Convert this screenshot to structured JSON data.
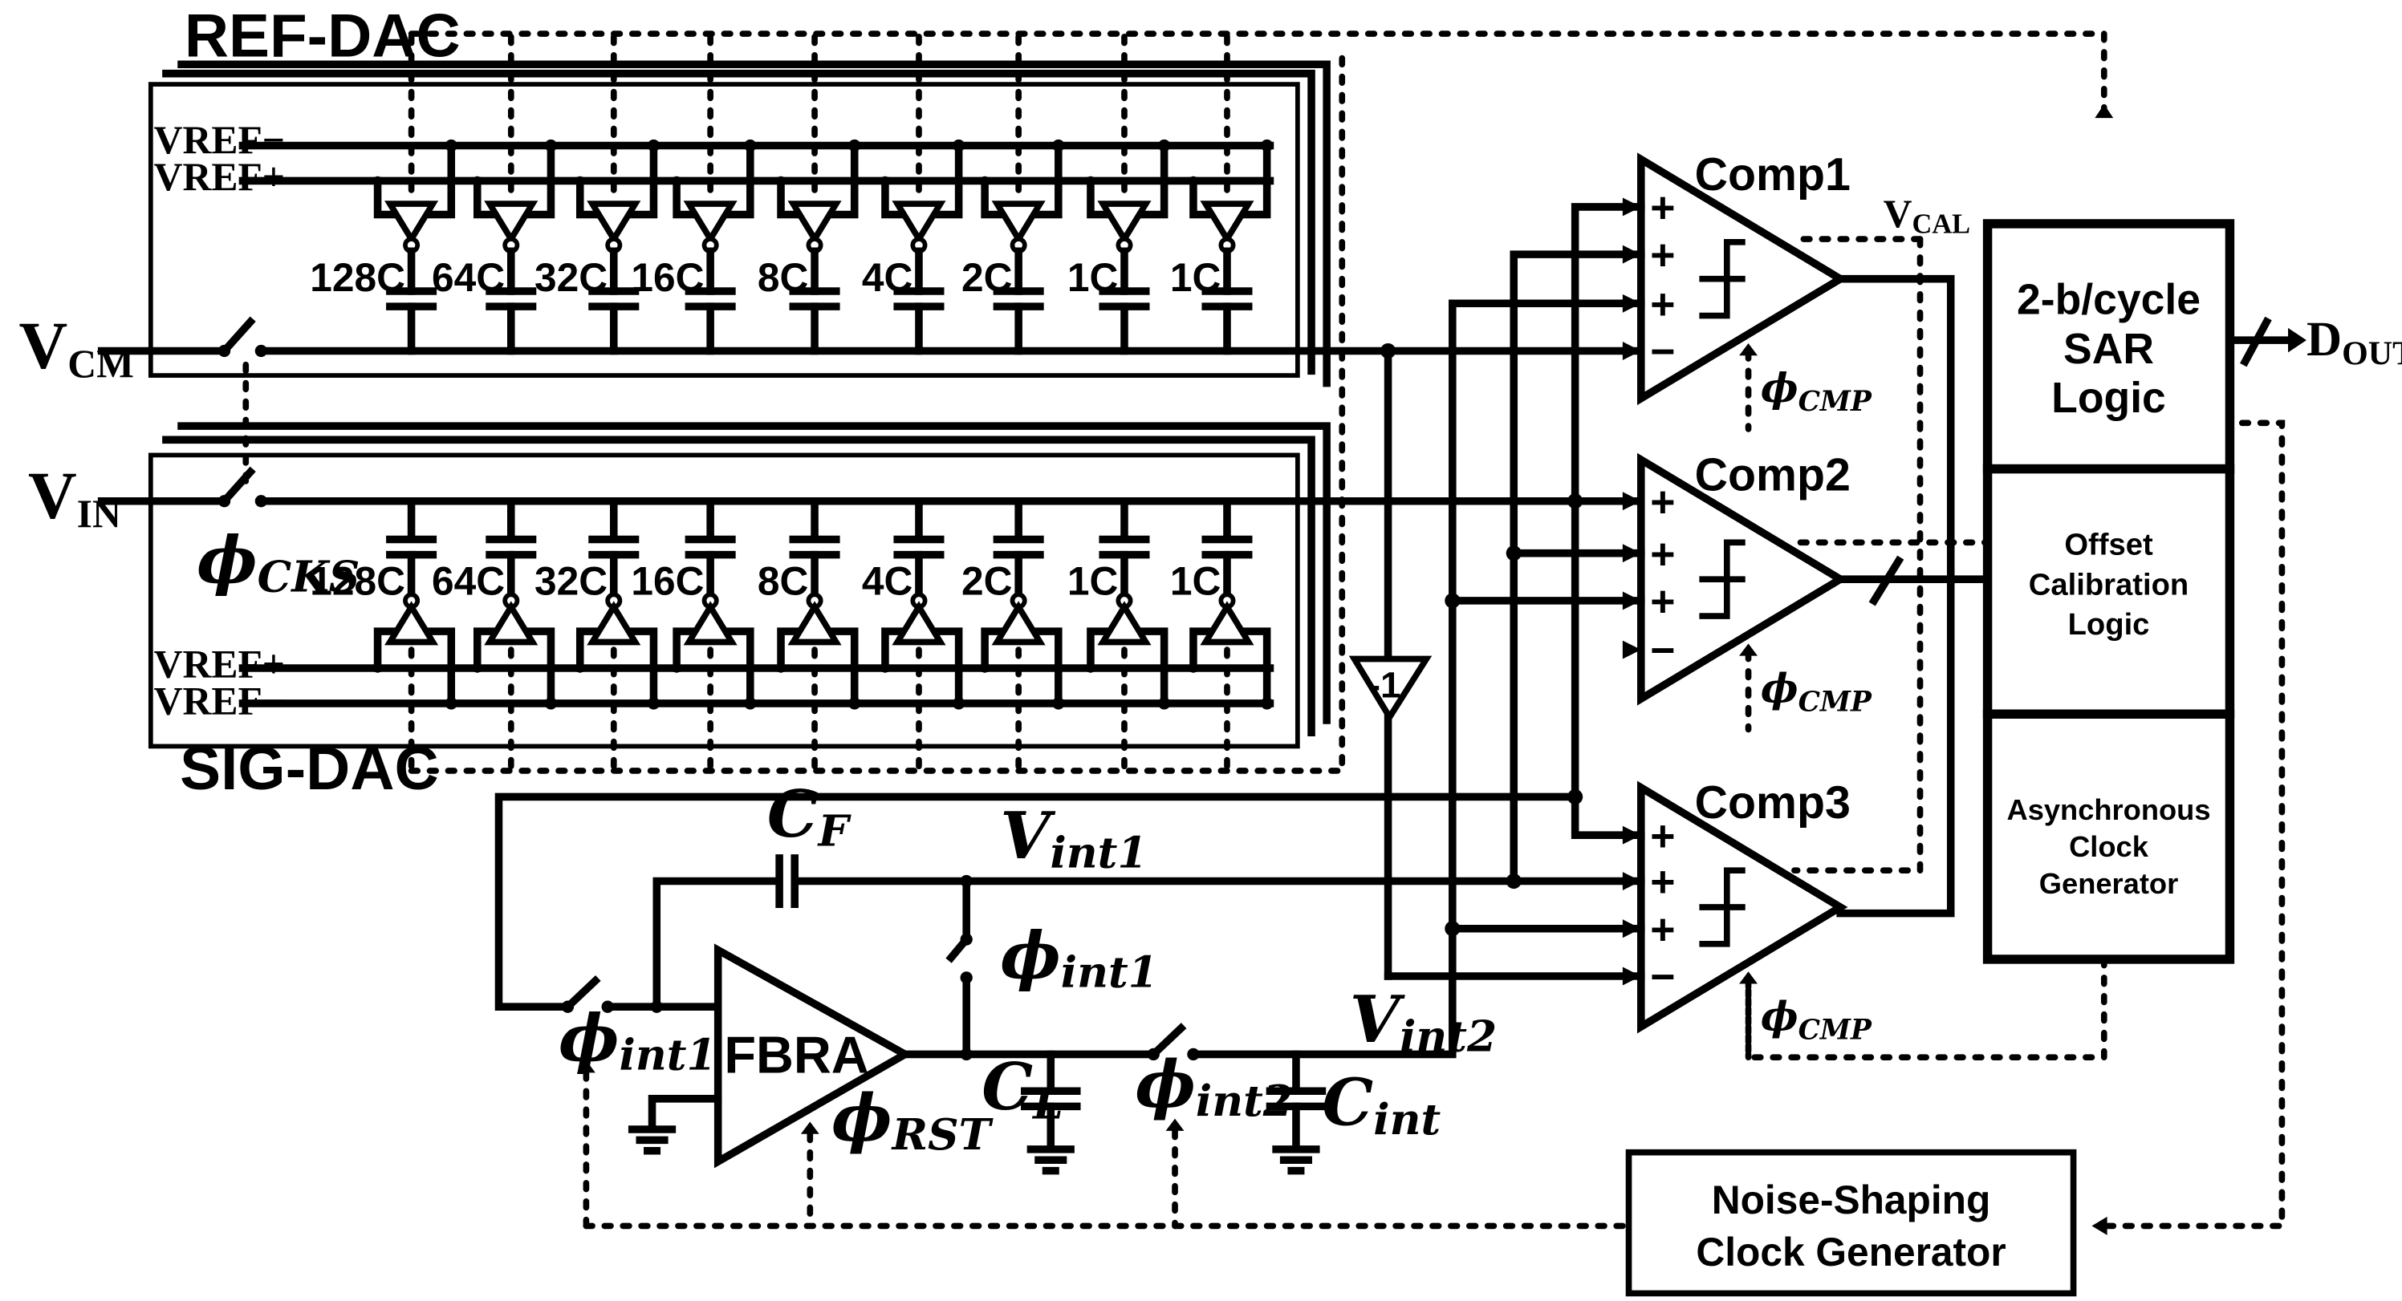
{
  "labels": {
    "ref_dac": "REF-DAC",
    "sig_dac": "SIG-DAC",
    "vref_minus": "VREF−",
    "vref_plus": "VREF+",
    "vcm": "VCM",
    "vin": "VIN",
    "phi_cks": "ϕCKS",
    "comp1": "Comp1",
    "comp2": "Comp2",
    "comp3": "Comp3",
    "vcal": "VCAL",
    "phi_cmp": "ϕCMP",
    "sar_logic": [
      "2-b/cycle",
      "SAR",
      "Logic"
    ],
    "offset_cal": [
      "Offset",
      "Calibration",
      "Logic"
    ],
    "async_clk": [
      "Asynchronous",
      "Clock",
      "Generator"
    ],
    "dout": "DOUT",
    "cf": "CF",
    "vint1": "Vint1",
    "vint2": "Vint2",
    "phi_int1": "ϕint1",
    "phi_int2": "ϕint2",
    "phi_rst": "ϕRST",
    "fbra": "FBRA",
    "cl": "CL",
    "cint": "Cint",
    "inv_gain": "-1",
    "ns_clk": [
      "Noise-Shaping",
      "Clock Generator"
    ]
  },
  "cap_labels": [
    "128C",
    "64C",
    "32C",
    "16C",
    "8C",
    "4C",
    "2C",
    "1C",
    "1C"
  ],
  "comp_inputs": [
    "+",
    "+",
    "+",
    "−"
  ]
}
